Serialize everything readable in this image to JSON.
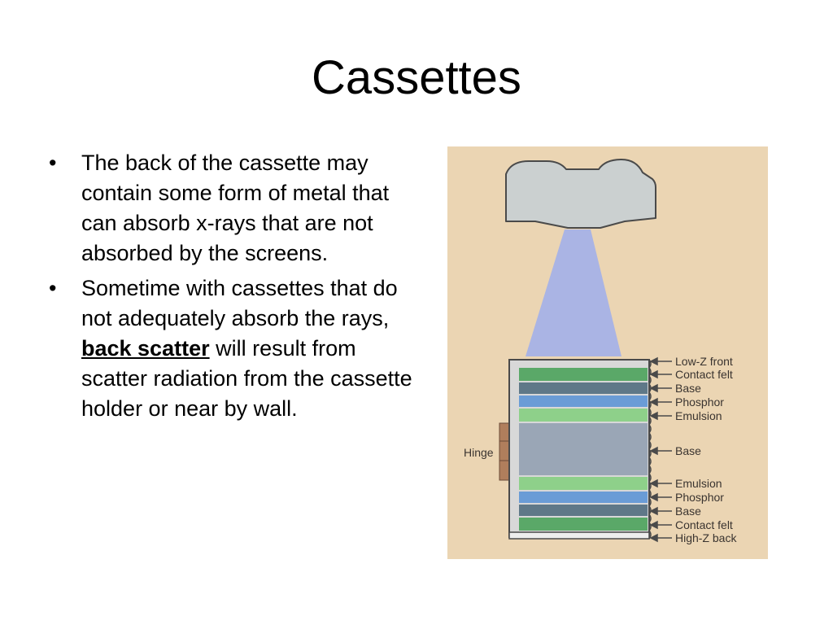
{
  "slide": {
    "title": "Cassettes",
    "bullets": [
      {
        "text": "The back of the cassette may contain some form of metal that can absorb x-rays that are not absorbed by the screens."
      },
      {
        "before": "Sometime with cassettes that do not adequately absorb the rays, ",
        "emphasis": "back scatter",
        "after": " will result from scatter radiation from the cassette holder or near by wall."
      }
    ],
    "bullet_glyph": "•"
  },
  "diagram": {
    "hinge_label": "Hinge",
    "layer_labels": [
      "Low-Z front",
      "Contact felt",
      "Base",
      "Phosphor",
      "Emulsion",
      "Base",
      "Emulsion",
      "Phosphor",
      "Base",
      "Contact felt",
      "High-Z back"
    ],
    "colors": {
      "background": "#ebd5b3",
      "tube": "#cbd0d0",
      "beam": "#aab4e4",
      "emulsion_green": "#5aa868",
      "emulsion_light": "#8ed08a",
      "base_slate": "#5f7888",
      "phosphor_blue": "#6a9cd6",
      "film_base": "#9aa6b6",
      "hinge": "#b07e5c"
    }
  }
}
